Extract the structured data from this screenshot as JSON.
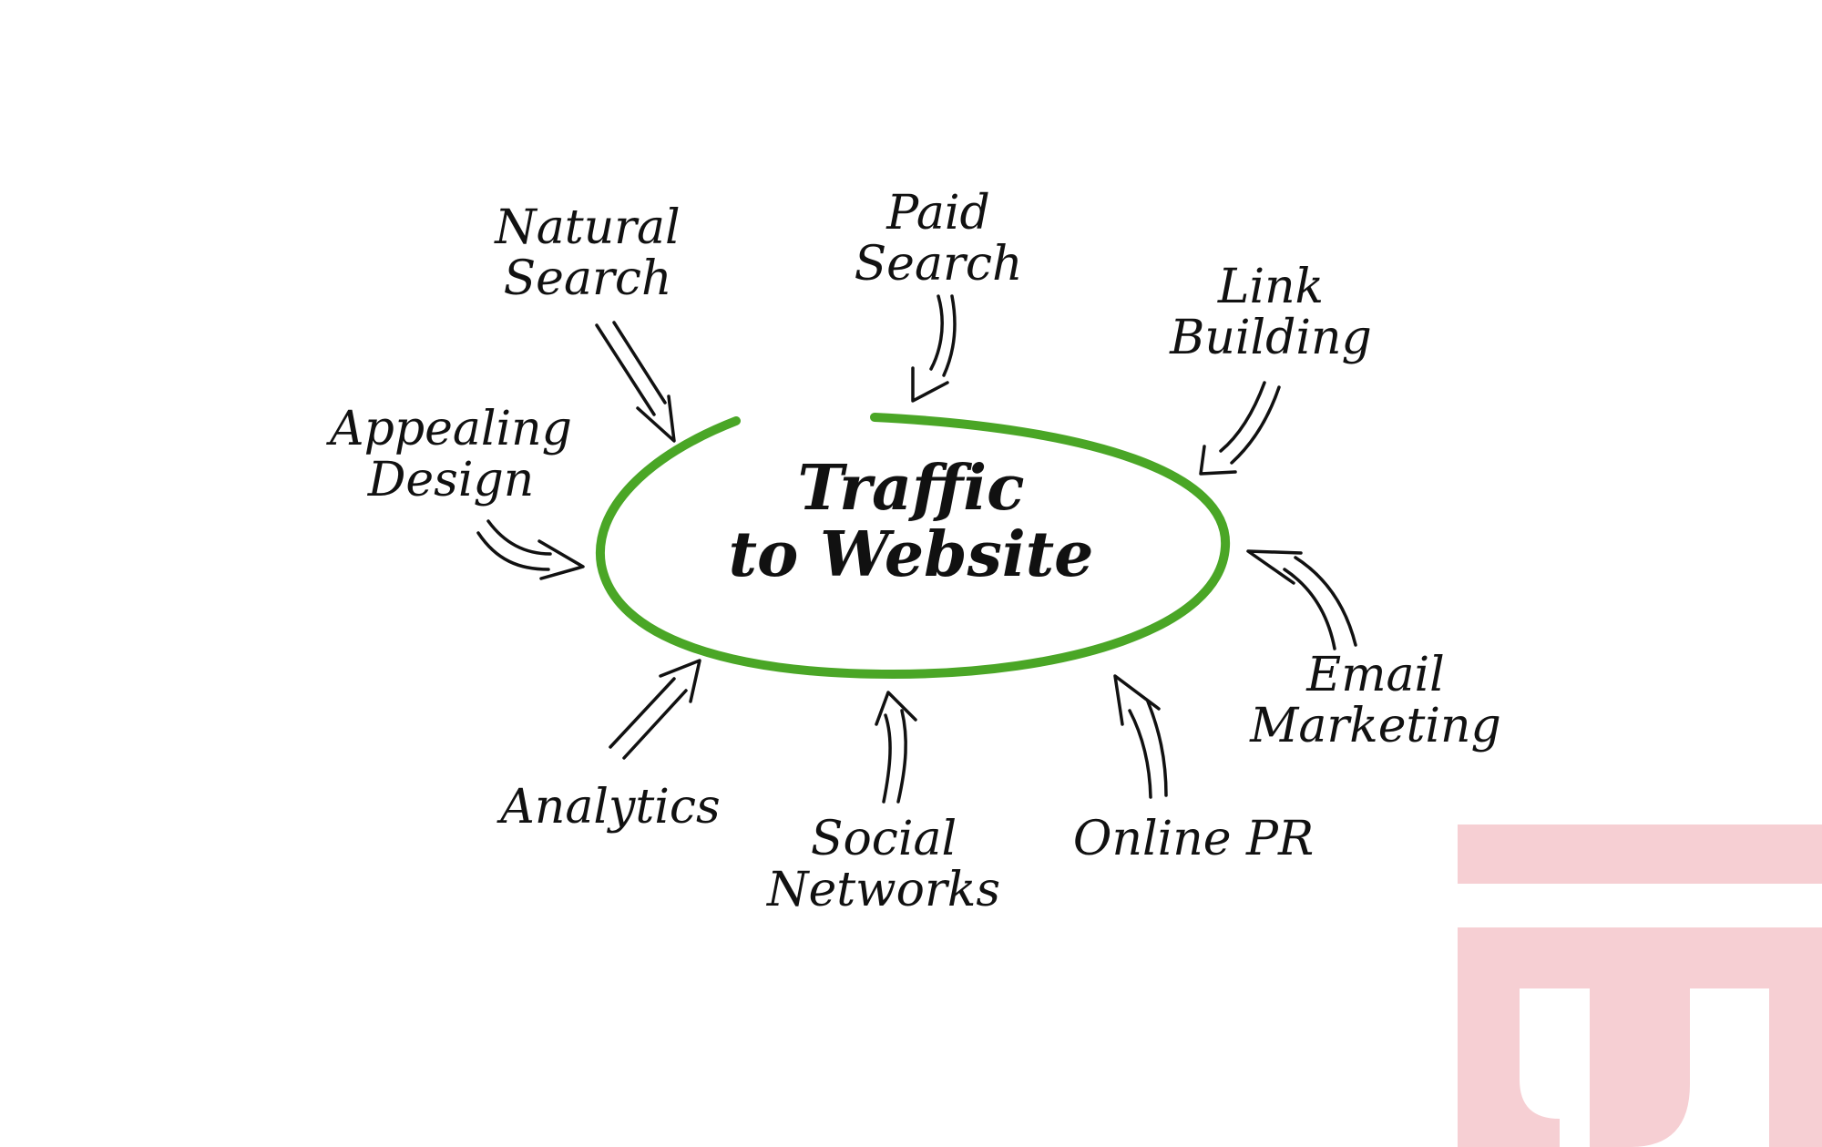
{
  "center": {
    "lines": [
      "Traffic",
      "to Website"
    ]
  },
  "nodes": {
    "natural_search": {
      "lines": [
        "Natural",
        "Search"
      ]
    },
    "paid_search": {
      "lines": [
        "Paid",
        "Search"
      ]
    },
    "link_building": {
      "lines": [
        "Link",
        "Building"
      ]
    },
    "appealing_design": {
      "lines": [
        "Appealing",
        "Design"
      ]
    },
    "email_marketing": {
      "lines": [
        "Email",
        "Marketing"
      ]
    },
    "analytics": {
      "lines": [
        "Analytics"
      ]
    },
    "social_networks": {
      "lines": [
        "Social",
        "Networks"
      ]
    },
    "online_pr": {
      "lines": [
        "Online PR"
      ]
    }
  },
  "colors": {
    "ellipse": "#4aa626",
    "ink": "#111111",
    "watermark": "#f6cfd3"
  },
  "icons": {
    "watermark": "watermark-logo"
  }
}
